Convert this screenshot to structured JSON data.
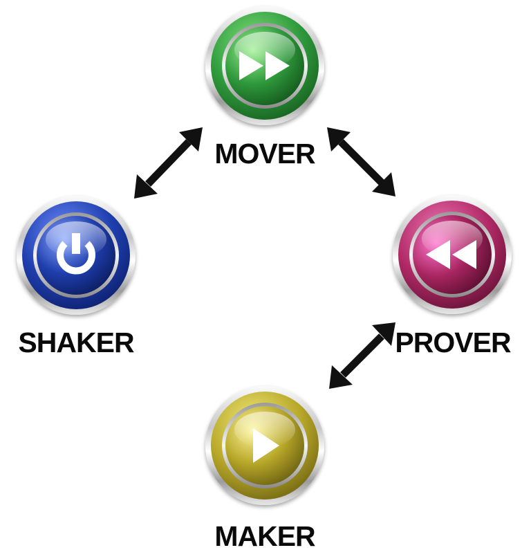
{
  "nodes": {
    "mover": {
      "label": "MOVER",
      "color": "#2f9a3c",
      "icon": "fast-forward-icon"
    },
    "shaker": {
      "label": "SHAKER",
      "color": "#1f3fae",
      "icon": "power-icon"
    },
    "prover": {
      "label": "PROVER",
      "color": "#b02a66",
      "icon": "rewind-icon"
    },
    "maker": {
      "label": "MAKER",
      "color": "#b8a82a",
      "icon": "play-icon"
    }
  },
  "connections": [
    {
      "from": "shaker",
      "to": "mover",
      "type": "bidirectional"
    },
    {
      "from": "mover",
      "to": "prover",
      "type": "bidirectional"
    },
    {
      "from": "prover",
      "to": "maker",
      "type": "bidirectional"
    }
  ],
  "colors": {
    "arrow": "#111111",
    "label": "#0a0a0a"
  }
}
